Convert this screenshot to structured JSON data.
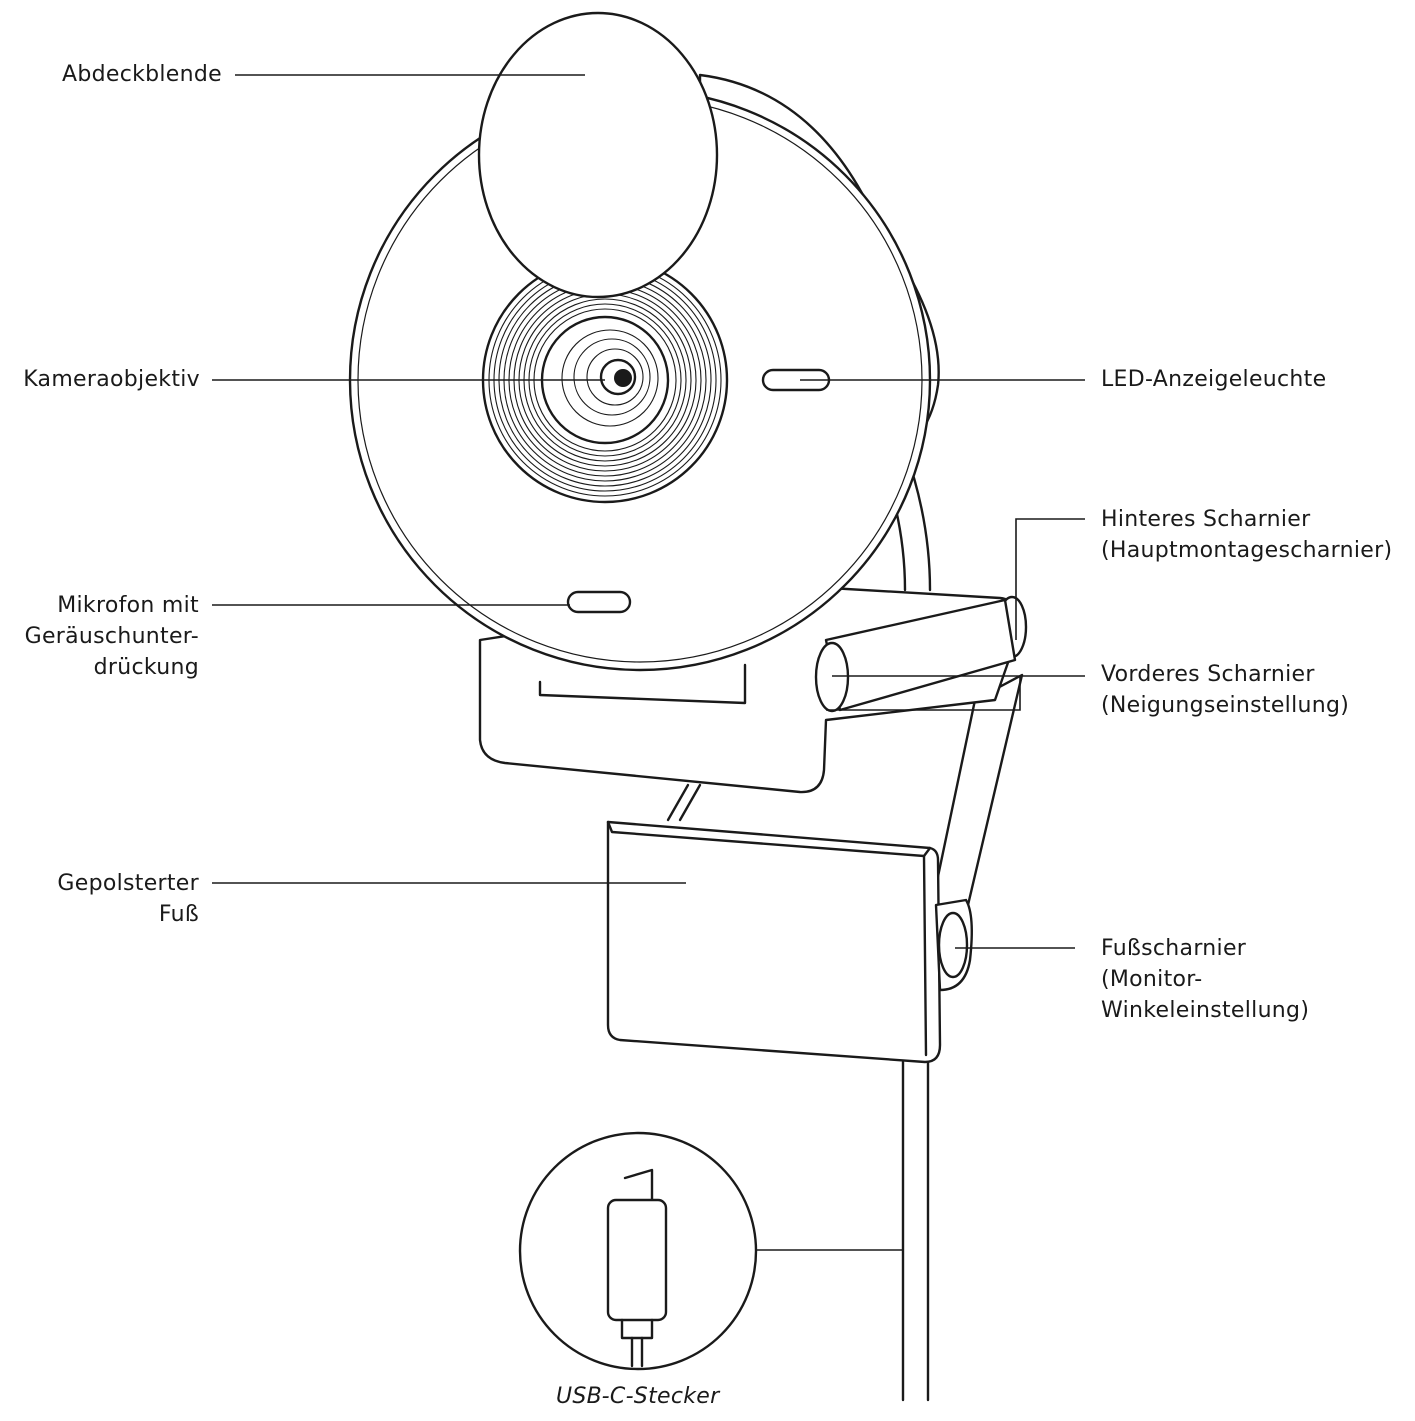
{
  "labels": {
    "abdeckblende": [
      "Abdeckblende"
    ],
    "kameraobjektiv": [
      "Kameraobjektiv"
    ],
    "mikrofon": [
      "Mikrofon mit",
      "Geräuschunter-",
      "drückung"
    ],
    "gepolsterter_fuss": [
      "Gepolsterter",
      "Fuß"
    ],
    "led": [
      "LED-Anzeigeleuchte"
    ],
    "hinteres_scharnier": [
      "Hinteres Scharnier",
      "(Hauptmontagescharnier)"
    ],
    "vorderes_scharnier": [
      "Vorderes Scharnier",
      "(Neigungseinstellung)"
    ],
    "fussscharnier": [
      "Fußscharnier",
      "(Monitor-",
      "Winkeleinstellung)"
    ],
    "usb_c": [
      "USB-C-Stecker"
    ]
  },
  "colors": {
    "line": "#1a1a1a",
    "background": "#ffffff"
  }
}
